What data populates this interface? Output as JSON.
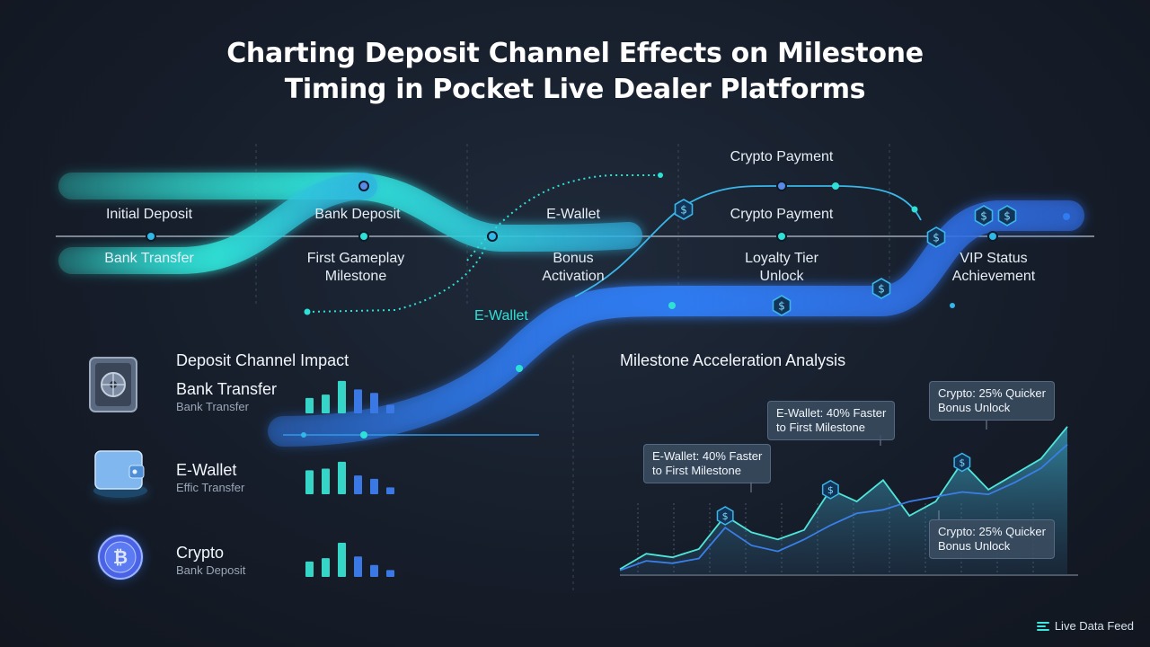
{
  "title": {
    "line1": "Charting Deposit Channel Effects on Milestone",
    "line2": "Timing in Pocket Live Dealer Platforms"
  },
  "flow": {
    "milestones_top": [
      "Initial Deposit",
      "Bank Deposit",
      "E-Wallet",
      "Crypto Payment"
    ],
    "milestones_bottom": [
      {
        "line1": "Bank Transfer",
        "line2": ""
      },
      {
        "line1": "First Gameplay",
        "line2": "Milestone"
      },
      {
        "line1": "Bonus",
        "line2": "Activation"
      },
      {
        "line1": "Loyalty Tier",
        "line2": "Unlock"
      },
      {
        "line1": "VIP Status",
        "line2": "Achievement"
      }
    ],
    "upper_label": "Crypto Payment",
    "ewallet_stream_label": "E-Wallet",
    "colors": {
      "teal": "#2fe0d6",
      "blue": "#2f7bf0"
    }
  },
  "impact": {
    "heading": "Deposit Channel Impact",
    "channels": [
      {
        "name": "Bank Transfer",
        "sub": "Bank Transfer",
        "icon": "vault-icon",
        "bars": [
          0.45,
          0.55,
          0.95,
          0.7,
          0.6,
          0.25
        ]
      },
      {
        "name": "E-Wallet",
        "sub": "Effic Transfer",
        "icon": "wallet-icon",
        "bars": [
          0.7,
          0.75,
          0.95,
          0.55,
          0.45,
          0.2
        ]
      },
      {
        "name": "Crypto",
        "sub": "Bank Deposit",
        "icon": "bitcoin-icon",
        "bars": [
          0.45,
          0.55,
          1.0,
          0.6,
          0.35,
          0.2
        ]
      }
    ]
  },
  "acceleration": {
    "heading": "Milestone Acceleration Analysis",
    "callouts": [
      {
        "line1": "E-Wallet: 40% Faster",
        "line2": "to First Milestone"
      },
      {
        "line1": "E-Wallet: 40% Faster",
        "line2": "to First Milestone"
      },
      {
        "line1": "Crypto: 25% Quicker",
        "line2": "Bonus Unlock"
      },
      {
        "line1": "Crypto: 25% Quicker",
        "line2": "Bonus Unlock"
      }
    ]
  },
  "chart_data": {
    "type": "area",
    "x": [
      0,
      1,
      2,
      3,
      4,
      5,
      6,
      7,
      8,
      9,
      10,
      11,
      12,
      13,
      14,
      15,
      16,
      17
    ],
    "series": [
      {
        "values": [
          0.05,
          0.18,
          0.15,
          0.22,
          0.5,
          0.36,
          0.3,
          0.38,
          0.72,
          0.62,
          0.8,
          0.5,
          0.62,
          0.95,
          0.72,
          0.85,
          0.98,
          1.25
        ]
      },
      {
        "values": [
          0.04,
          0.12,
          0.1,
          0.14,
          0.4,
          0.25,
          0.2,
          0.3,
          0.42,
          0.52,
          0.55,
          0.62,
          0.66,
          0.7,
          0.68,
          0.78,
          0.9,
          1.1
        ]
      }
    ],
    "ylim": [
      0,
      1.4
    ]
  },
  "footer": {
    "label": "Live Data Feed"
  }
}
